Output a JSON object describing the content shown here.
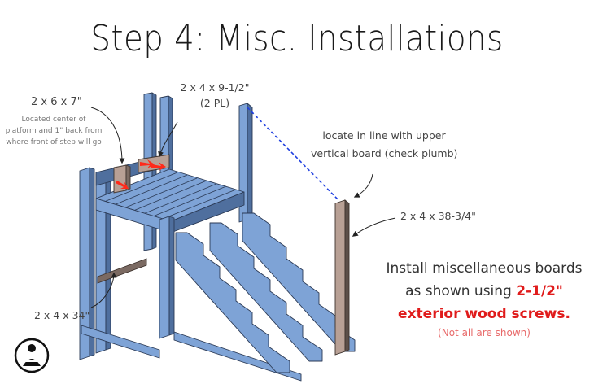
{
  "page": {
    "title": "Step 4: Misc. Installations"
  },
  "labels": {
    "board_2x6x7": "2 x 6 x 7\"",
    "board_2x6x7_note_line1": "Located center of",
    "board_2x6x7_note_line2": "platform and 1\" back from",
    "board_2x6x7_note_line3": "where front of step will go",
    "board_2x4x9": "2 x 4 x 9-1/2\"",
    "board_2x4x9_qty": "(2 PL)",
    "plumb_note_line1": "locate in line with upper",
    "plumb_note_line2": "vertical board (check plumb)",
    "board_2x4x38": "2 x 4 x 38-3/4\"",
    "board_2x4x34": "2 x 4 x 34\""
  },
  "instructions": {
    "line1": "Install miscellaneous boards",
    "line2_prefix": "as shown using ",
    "line2_highlight": "2-1/2\"",
    "line3": "exterior wood screws.",
    "footnote": "(Not all are shown)"
  },
  "colors": {
    "frame_blue": "#7ea3d6",
    "frame_blue_dark": "#4f6f9e",
    "new_board_tan": "#b8a095",
    "new_board_dark": "#7b6a62",
    "screw_arrow_red": "#ff2a1a",
    "guide_line_blue": "#1f3fe0",
    "emphasis_red": "#e01b1b"
  },
  "logo": {
    "icon": "carpenter-crossed-arms-logo"
  }
}
